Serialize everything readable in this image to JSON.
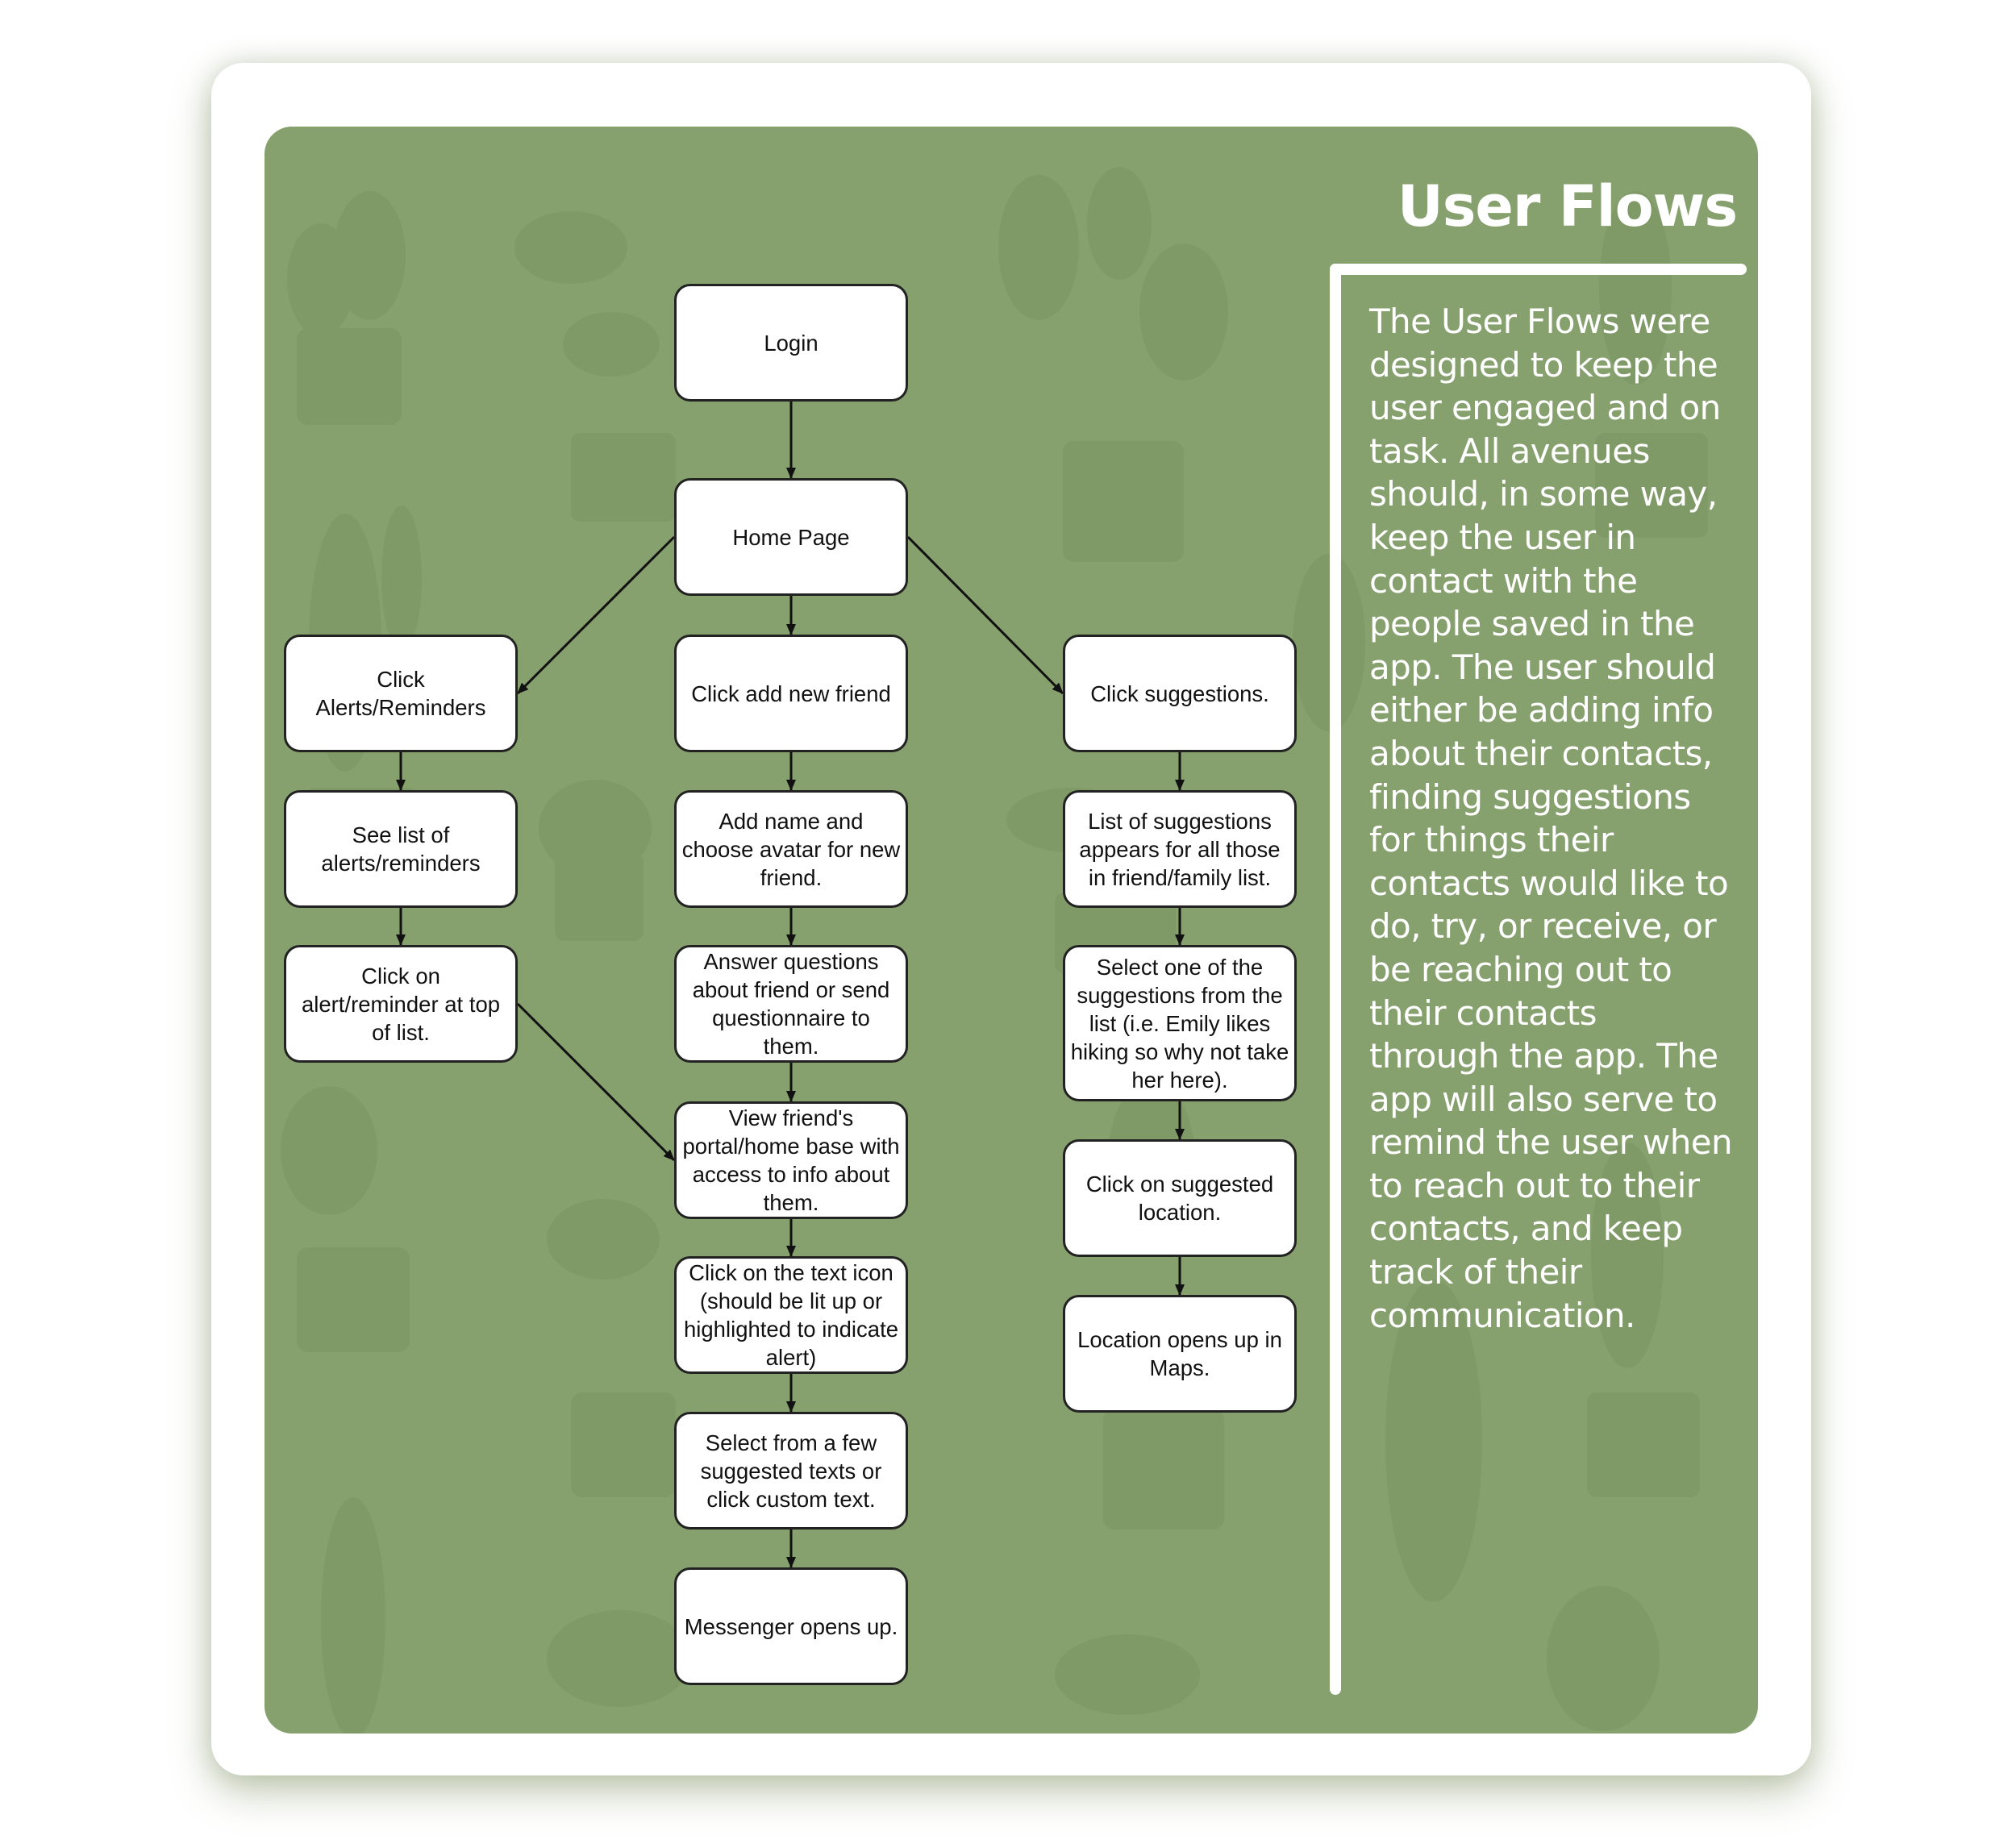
{
  "heading": "User Flows",
  "description": "The User Flows were designed to keep the user engaged and on task. All avenues should, in some way, keep the user in contact with the people saved in the app. The user should either be adding info about their contacts, finding suggestions for things their contacts would like to do, try, or receive, or be reaching out to their contacts through the app. The app will also serve to remind the user when to reach out to their contacts, and keep track of their communication.",
  "colors": {
    "panel": "#86a06e",
    "card": "#ffffff",
    "node_fill": "#ffffff",
    "node_border": "#222222",
    "text_light": "#ffffff"
  },
  "decoration": "faint potted cactus and houseplant illustrations",
  "nodes": {
    "login": "Login",
    "home": "Home Page",
    "click_alerts": "Click Alerts/Reminders",
    "see_alerts": "See list of alerts/reminders",
    "click_alert_top": "Click on alert/reminder at top of list.",
    "click_add_friend": "Click add new friend",
    "add_name_avatar": "Add name and choose avatar for new friend.",
    "answer_questions": "Answer questions about friend or send questionnaire to them.",
    "view_portal": "View friend's portal/home base with access to info about them.",
    "click_text_icon": "Click on the text icon (should be lit up or highlighted to indicate alert)",
    "select_texts": "Select from a few suggested texts or click custom text.",
    "messenger": "Messenger opens up.",
    "click_suggestions": "Click suggestions.",
    "list_suggestions": "List of suggestions appears for all those in friend/family list.",
    "select_suggestion": "Select one of the suggestions from the list (i.e. Emily likes hiking so why not take her here).",
    "click_location": "Click on suggested location.",
    "location_maps": "Location opens up in Maps."
  },
  "edges": [
    [
      "login",
      "home"
    ],
    [
      "home",
      "click_alerts"
    ],
    [
      "home",
      "click_add_friend"
    ],
    [
      "home",
      "click_suggestions"
    ],
    [
      "click_alerts",
      "see_alerts"
    ],
    [
      "see_alerts",
      "click_alert_top"
    ],
    [
      "click_alert_top",
      "view_portal"
    ],
    [
      "click_add_friend",
      "add_name_avatar"
    ],
    [
      "add_name_avatar",
      "answer_questions"
    ],
    [
      "answer_questions",
      "view_portal"
    ],
    [
      "view_portal",
      "click_text_icon"
    ],
    [
      "click_text_icon",
      "select_texts"
    ],
    [
      "select_texts",
      "messenger"
    ],
    [
      "click_suggestions",
      "list_suggestions"
    ],
    [
      "list_suggestions",
      "select_suggestion"
    ],
    [
      "select_suggestion",
      "click_location"
    ],
    [
      "click_location",
      "location_maps"
    ]
  ]
}
